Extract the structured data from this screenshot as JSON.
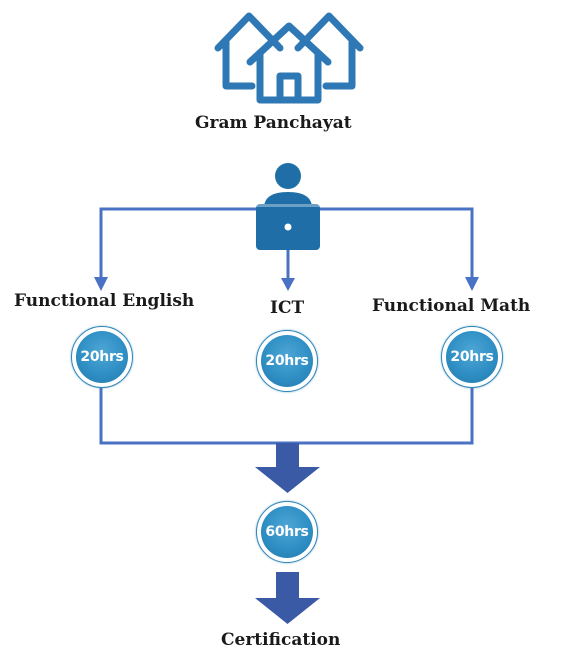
{
  "root": {
    "label": "Gram Panchayat",
    "icon": "houses-icon"
  },
  "hub": {
    "icon": "computer-user-icon"
  },
  "modules": [
    {
      "label": "Functional English",
      "hours": "20hrs"
    },
    {
      "label": "ICT",
      "hours": "20hrs"
    },
    {
      "label": "Functional Math",
      "hours": "20hrs"
    }
  ],
  "total": {
    "hours": "60hrs"
  },
  "outcome": {
    "label": "Certification"
  },
  "colors": {
    "line": "#4a72c4",
    "icon_blue": "#1f6ea8",
    "house_blue": "#2e78b5",
    "badge_blue": "#2f8fc4",
    "big_arrow": "#3a5aa6"
  }
}
